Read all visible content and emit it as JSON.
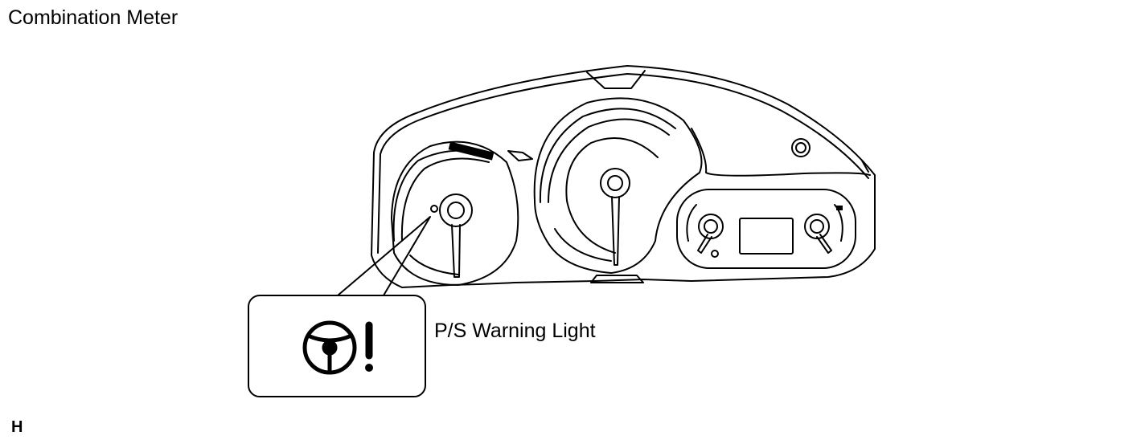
{
  "title": "Combination Meter",
  "callout": {
    "label": "P/S Warning Light",
    "icon": "power-steering-warning-icon"
  },
  "corner_code": "H",
  "colors": {
    "line": "#000000",
    "background": "#ffffff"
  }
}
